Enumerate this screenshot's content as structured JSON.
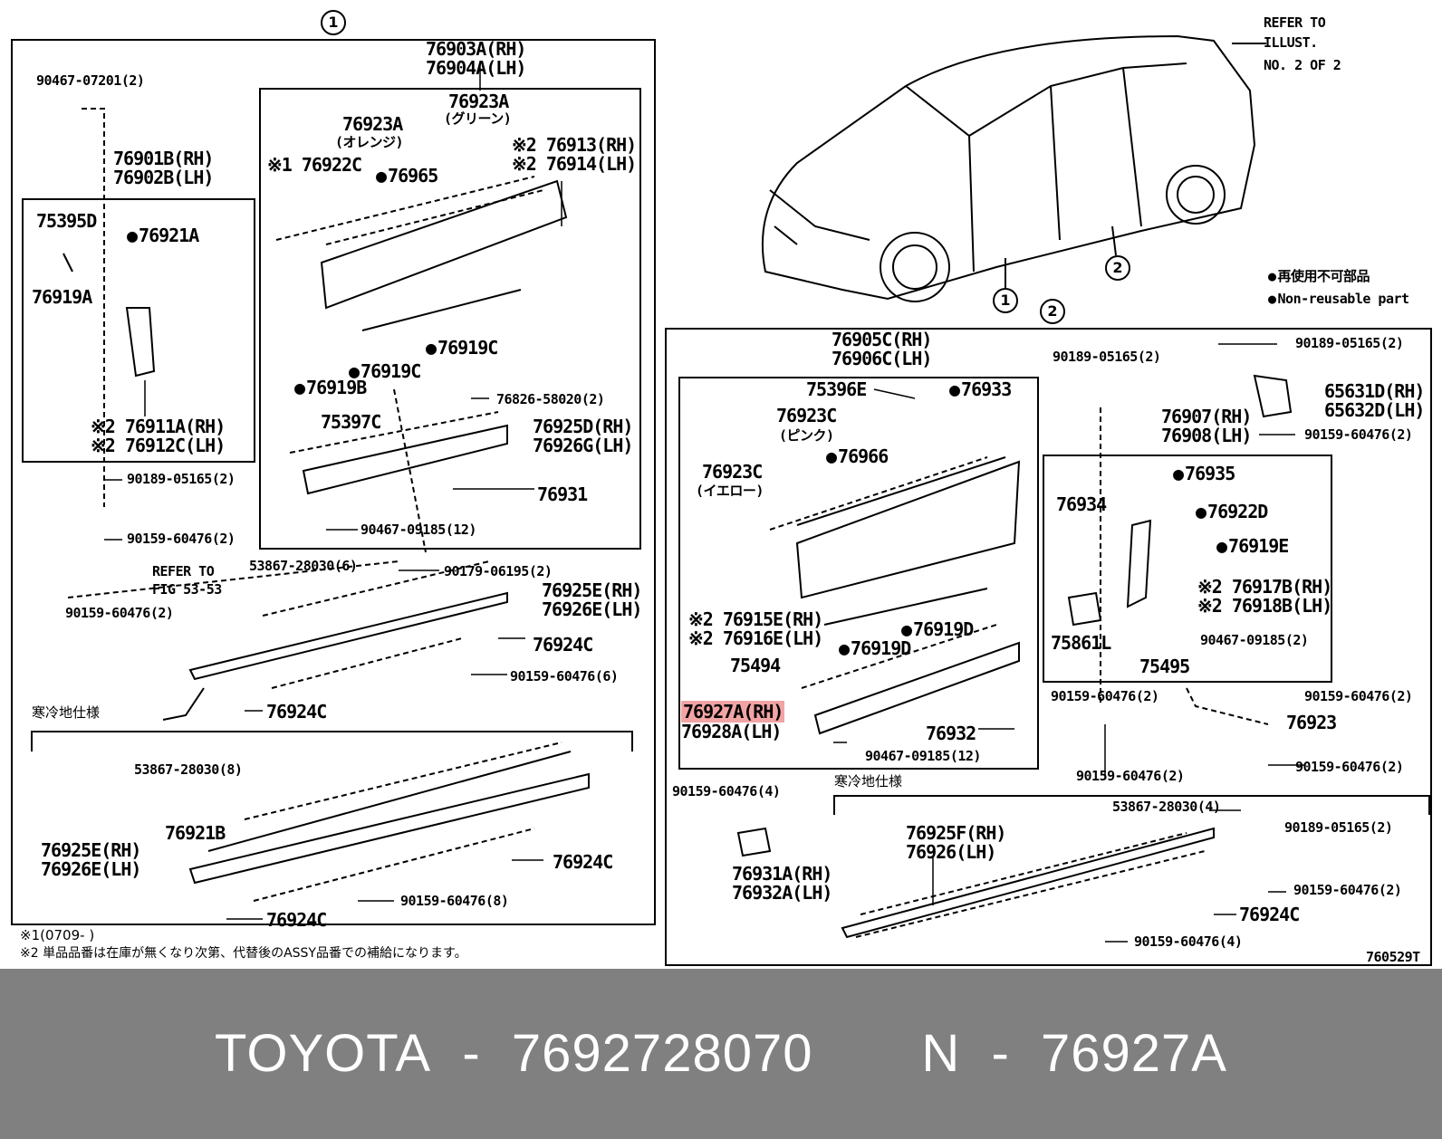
{
  "diagram": {
    "panel1_circle": "1",
    "panel2_circle": "2",
    "car_callout_1": "1",
    "car_callout_2": "2",
    "refer_illust": [
      "REFER TO",
      "ILLUST.",
      "NO. 2 OF 2"
    ],
    "legend": {
      "jp": "再使用不可部品",
      "en": "Non-reusable part"
    },
    "ref_code": "760529T",
    "notes": [
      "※1(0709-       )",
      "※2 単品品番は在庫が無くなり次第、代替後のASSY品番での補給になります。"
    ],
    "cold_spec": "寒冷地仕様",
    "panel1": {
      "l01": "90467-07201(2)",
      "l02": "76901B(RH)",
      "l03": "76902B(LH)",
      "l04": "75395D",
      "l05": "76921A",
      "l06": "76919A",
      "l07": "※2 76911A(RH)",
      "l08": "※2 76912C(LH)",
      "l09": "90189-05165(2)",
      "l10": "90159-60476(2)",
      "l11": "REFER TO",
      "l12": "FIG 53-53",
      "l13": "90159-60476(2)",
      "l14": "76903A(RH)",
      "l15": "76904A(LH)",
      "l16": "76923A",
      "l17": "(グリーン)",
      "l18": "76923A",
      "l19": "(オレンジ)",
      "l20": "※1 76922C",
      "l21": "76965",
      "l22": "※2 76913(RH)",
      "l23": "※2 76914(LH)",
      "l24": "76919C",
      "l25": "76919C",
      "l26": "76919B",
      "l27": "76826-58020(2)",
      "l28": "75397C",
      "l29": "76925D(RH)",
      "l30": "76926G(LH)",
      "l31": "76931",
      "l32": "90467-09185(12)",
      "l33": "53867-28030(6)",
      "l34": "90179-06195(2)",
      "l35": "76925E(RH)",
      "l36": "76926E(LH)",
      "l37": "76924C",
      "l38": "90159-60476(6)",
      "l39": "76924C",
      "l40": "53867-28030(8)",
      "l41": "76921B",
      "l42": "76925E(RH)",
      "l43": "76926E(LH)",
      "l44": "76924C",
      "l45": "90159-60476(8)",
      "l46": "76924C"
    },
    "panel2": {
      "l01": "76905C(RH)",
      "l02": "76906C(LH)",
      "l03": "75396E",
      "l04": "76933",
      "l05": "76923C",
      "l06": "(ピンク)",
      "l07": "76966",
      "l08": "76923C",
      "l09": "(イエロー)",
      "l10": "※2 76915E(RH)",
      "l11": "※2 76916E(LH)",
      "l12": "76919D",
      "l13": "76919D",
      "l14": "75494",
      "l15": "76927A(RH)",
      "l16": "76928A(LH)",
      "l17": "76932",
      "l18": "90467-09185(12)",
      "l19": "90189-05165(2)",
      "l20": "90189-05165(2)",
      "l21": "65631D(RH)",
      "l22": "65632D(LH)",
      "l23": "76907(RH)",
      "l24": "76908(LH)",
      "l25": "90159-60476(2)",
      "l26": "76935",
      "l27": "76934",
      "l28": "76922D",
      "l29": "76919E",
      "l30": "※2 76917B(RH)",
      "l31": "※2 76918B(LH)",
      "l32": "90467-09185(2)",
      "l33": "75861L",
      "l34": "75495",
      "l35": "90159-60476(2)",
      "l36": "90159-60476(2)",
      "l37": "76923",
      "l38": "90159-60476(2)",
      "l39": "90159-60476(2)",
      "l40": "90159-60476(4)",
      "l41": "53867-28030(4)",
      "l42": "90189-05165(2)",
      "l43": "76925F(RH)",
      "l44": "76926(LH)",
      "l45": "76931A(RH)",
      "l46": "76932A(LH)",
      "l47": "90159-60476(2)",
      "l48": "76924C",
      "l49": "90159-60476(4)"
    }
  },
  "banner": {
    "brand": "TOYOTA",
    "part_number": "7692728070",
    "n": "N",
    "ref": "76927A"
  }
}
